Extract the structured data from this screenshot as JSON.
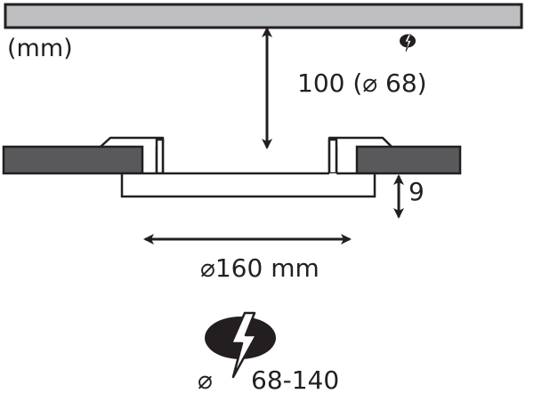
{
  "unit_label": "(mm)",
  "depth_label": "100  (⌀ 68)",
  "height_label": "9",
  "width_label": "⌀160 mm",
  "cutout_symbol": "⌀",
  "cutout_label": "68-140",
  "colors": {
    "ink": "#231f20",
    "ceiling_fill": "#bcbec0",
    "board_fill": "#58595b",
    "bolt_fill": "#231f20"
  },
  "icons": [
    "lightning-bolt-icon-small",
    "lightning-bolt-icon-large"
  ]
}
